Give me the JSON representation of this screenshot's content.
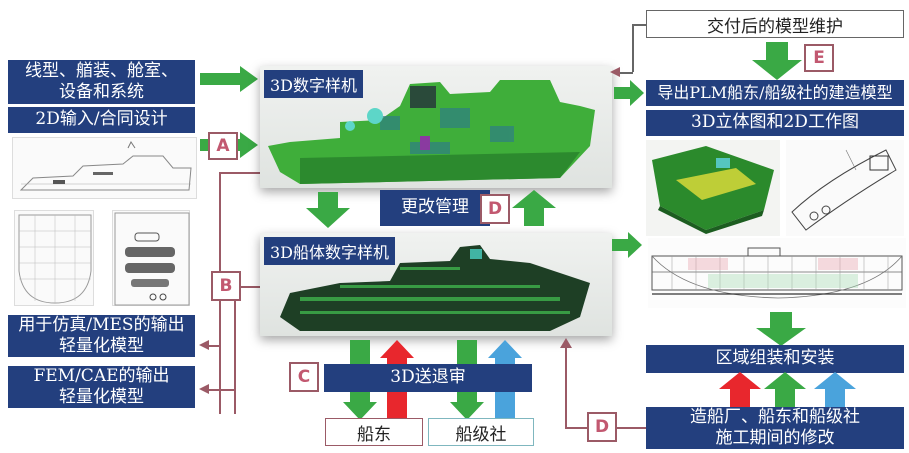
{
  "left": {
    "inputs_box": "线型、艏装、舱室、\n设备和系统",
    "inputs_line1": "线型、艏装、舱室、",
    "inputs_line2": "设备和系统",
    "design_box": "2D输入/合同设计",
    "sim_output_line1": "用于仿真/MES的输出",
    "sim_output_line2": "轻量化模型",
    "fem_output_line1": "FEM/CAE的输出",
    "fem_output_line2": "轻量化模型"
  },
  "center": {
    "model_3d_label": "3D数字样机",
    "hull_model_label": "3D船体数字样机",
    "change_mgmt_label": "更改管理",
    "review_label": "3D送退审",
    "owner_label": "船东",
    "class_label": "船级社"
  },
  "right": {
    "maintenance_label": "交付后的模型维护",
    "export_label": "导出PLM船东/船级社的建造模型",
    "drawings_label": "3D立体图和2D工作图",
    "assembly_label": "区域组装和安装",
    "modification_line1": "造船厂、船东和船级社",
    "modification_line2": "施工期间的修改"
  },
  "badges": {
    "a": "A",
    "b": "B",
    "c": "C",
    "d_center": "D",
    "d_bottom": "D",
    "e": "E"
  },
  "colors": {
    "navy": "#233f7e",
    "green_arrow": "#3aa945",
    "red_arrow": "#e8272d",
    "blue_arrow": "#4aa3dc",
    "connector": "#9b5a66"
  }
}
